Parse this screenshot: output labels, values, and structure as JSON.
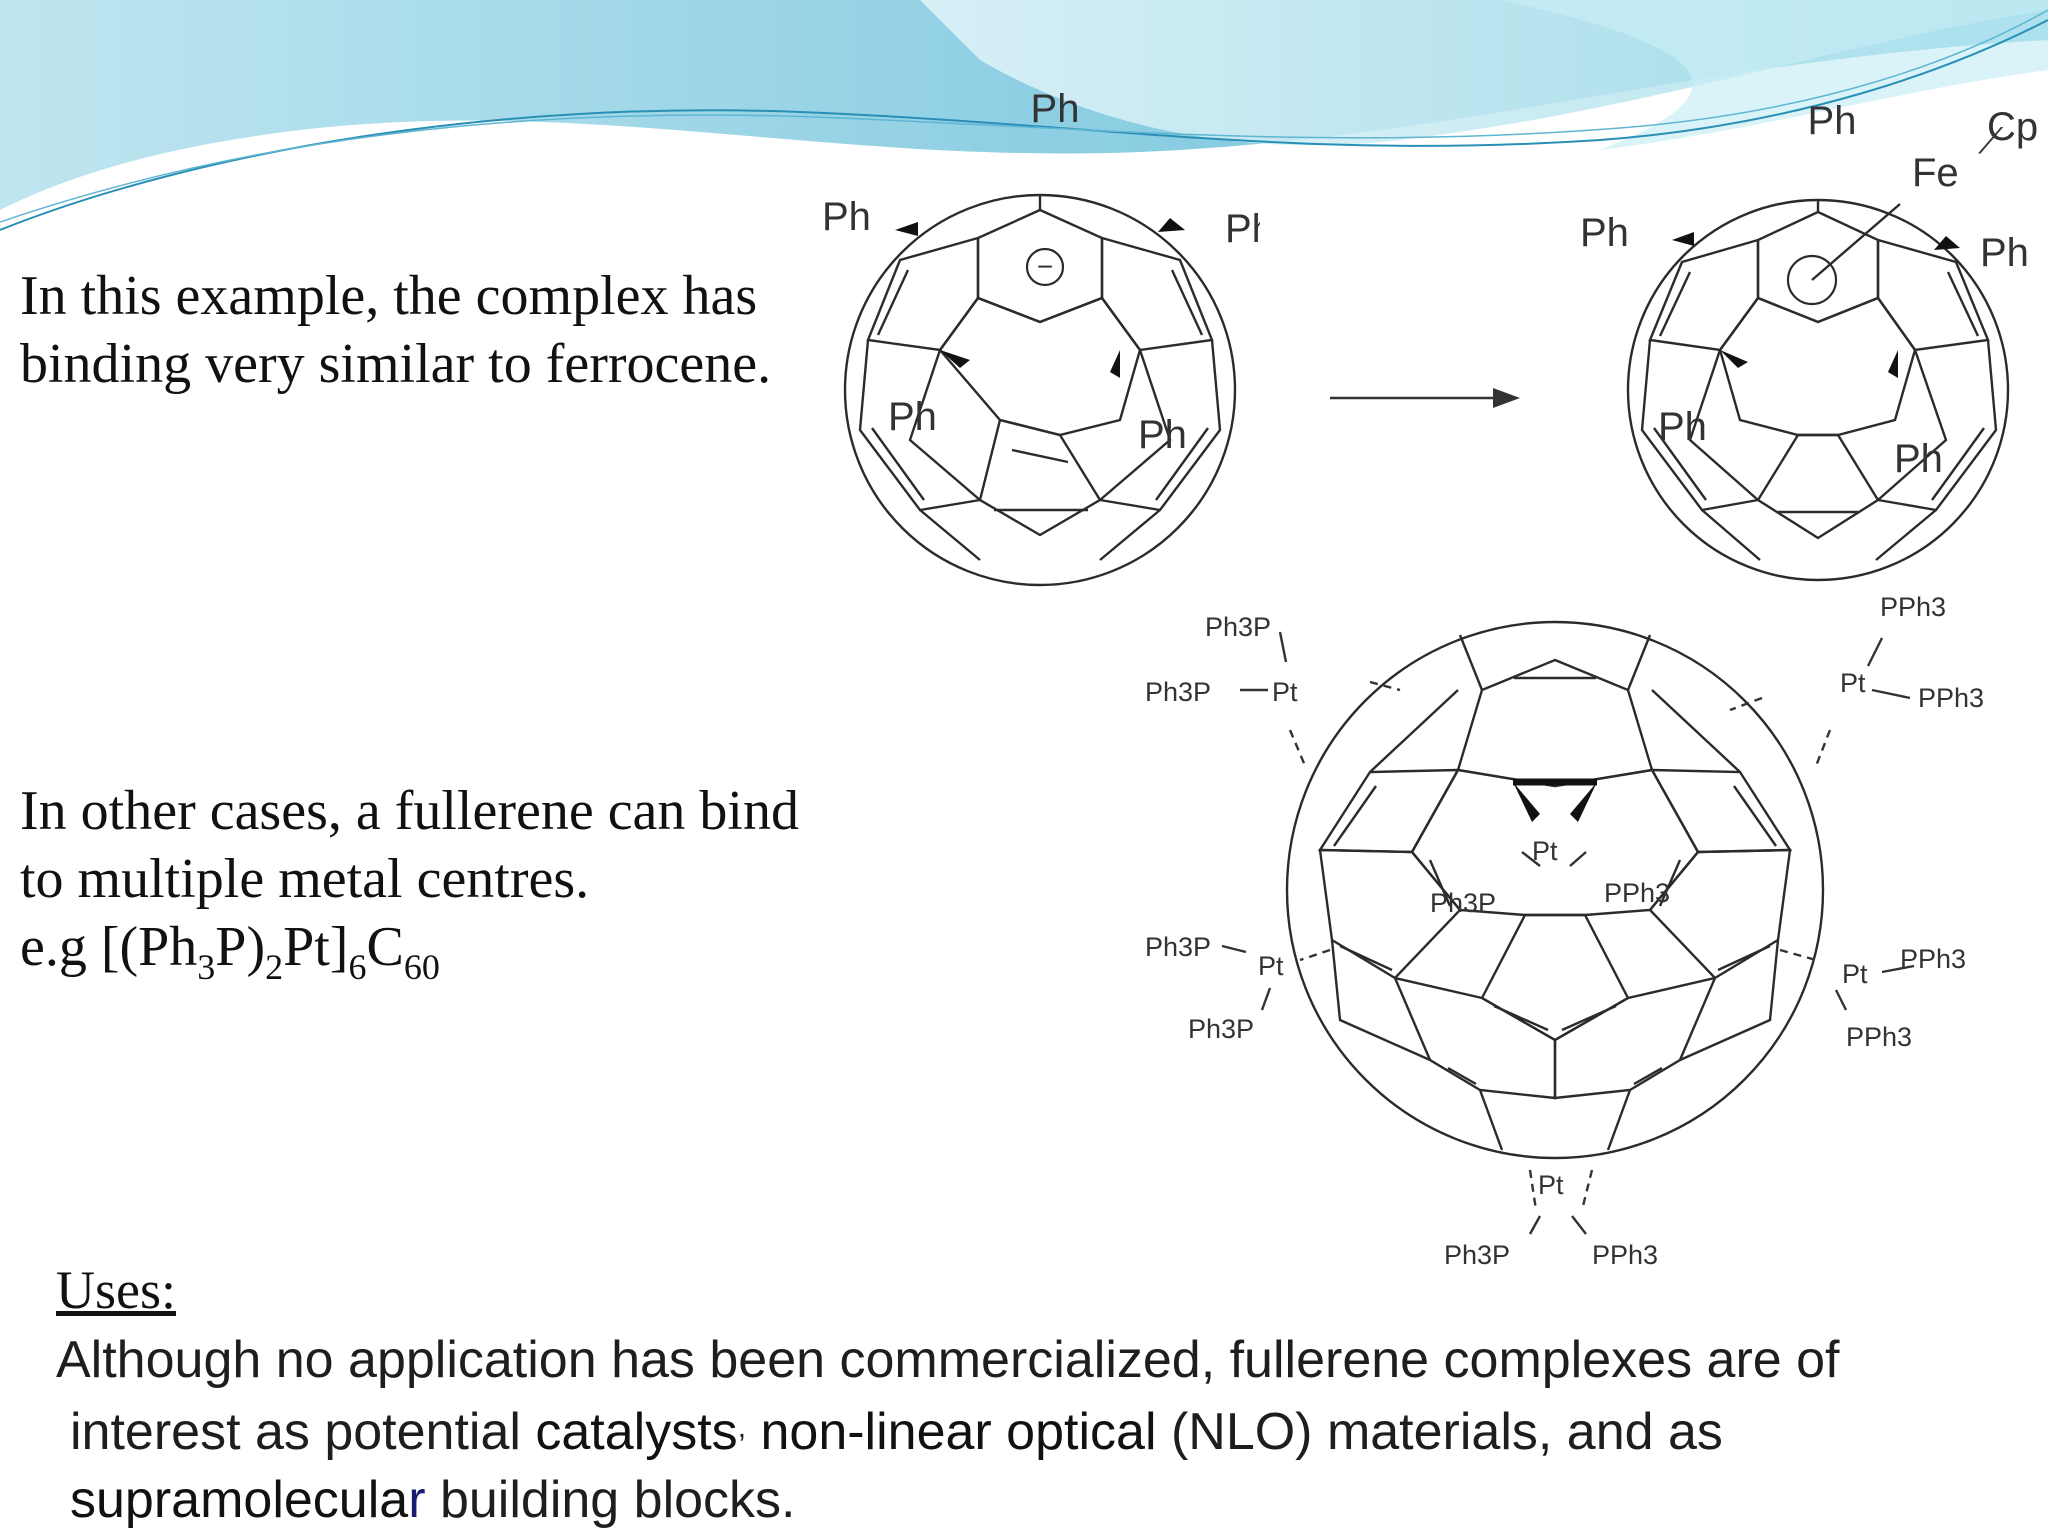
{
  "para1": {
    "line1": "In this example, the complex has",
    "line2": "binding very similar to ferrocene."
  },
  "para2": {
    "line1": "In other cases, a fullerene can bind",
    "line2": " to multiple metal centres.",
    "formula": {
      "prefix": " e.g [(Ph",
      "sub1": "3",
      "mid1": "P)",
      "sub2": "2",
      "mid2": "Pt]",
      "sub3": "6",
      "mid3": "C",
      "sub4": "60"
    }
  },
  "uses": {
    "heading": "Uses:",
    "line1": "Although no application has been commercialized, fullerene complexes are of",
    "line2_a": "interest as potential ",
    "line2_b": "catalysts",
    "line2_c": ",",
    "line2_d": " non-linear optical",
    "line2_e": " (NLO) materials, and as",
    "line3_a": "supramolecula",
    "line3_b": "r",
    "line3_c": " building blocks."
  },
  "diagram1": {
    "labels": {
      "ph": "Ph",
      "charge": "−"
    }
  },
  "diagram2": {
    "labels": {
      "ph": "Ph",
      "cp": "Cp",
      "fe": "Fe"
    }
  },
  "diagram3": {
    "labels": {
      "pt": "Pt",
      "ph3p": "Ph3P",
      "pph3": "PPh3"
    }
  },
  "colors": {
    "banner_light": "#d9f1f7",
    "banner_mid": "#8fd3e6",
    "banner_dark": "#4fb5d3",
    "banner_line": "#2a8fb6"
  }
}
